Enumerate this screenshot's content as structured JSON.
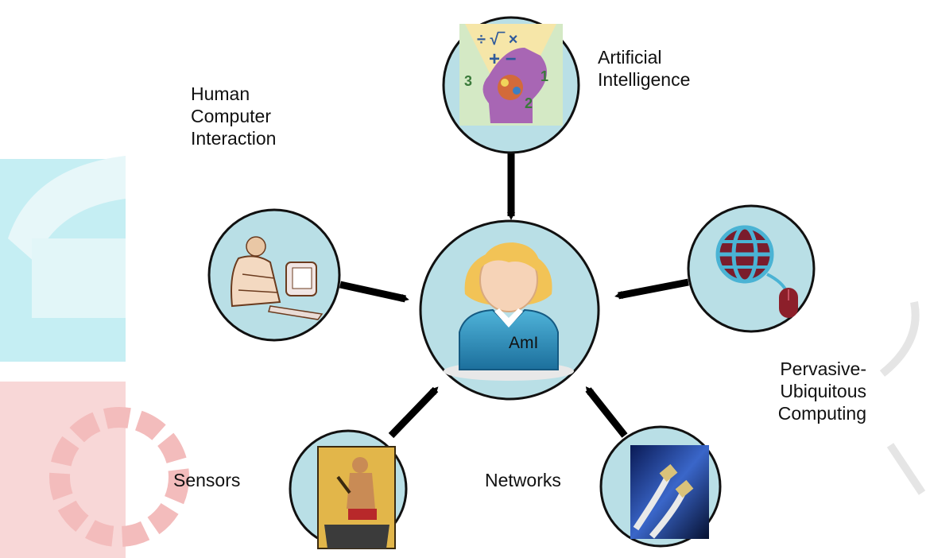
{
  "diagram": {
    "center": {
      "label": "AmI"
    },
    "nodes": [
      {
        "id": "ai",
        "label": "Artificial\nIntelligence"
      },
      {
        "id": "hci",
        "label": "Human\nComputer\nInteraction"
      },
      {
        "id": "pervasive",
        "label": "Pervasive-\nUbiquitous\nComputing"
      },
      {
        "id": "sensors",
        "label": "Sensors"
      },
      {
        "id": "networks",
        "label": "Networks"
      }
    ],
    "edges": [
      {
        "from": "ai",
        "to": "center"
      },
      {
        "from": "hci",
        "to": "center"
      },
      {
        "from": "pervasive",
        "to": "center"
      },
      {
        "from": "sensors",
        "to": "center"
      },
      {
        "from": "networks",
        "to": "center"
      }
    ]
  },
  "ai_icon_text": {
    "ops": "÷ √‾ ×",
    "plusminus": "+ −",
    "n1": "1",
    "n2": "2",
    "n3": "3"
  },
  "colors": {
    "circle_fill": "#b9dfe6",
    "circle_stroke": "#111111",
    "arrow": "#000000",
    "watermark_teal": "#c5eef3",
    "watermark_pink": "#f8d7d7"
  }
}
